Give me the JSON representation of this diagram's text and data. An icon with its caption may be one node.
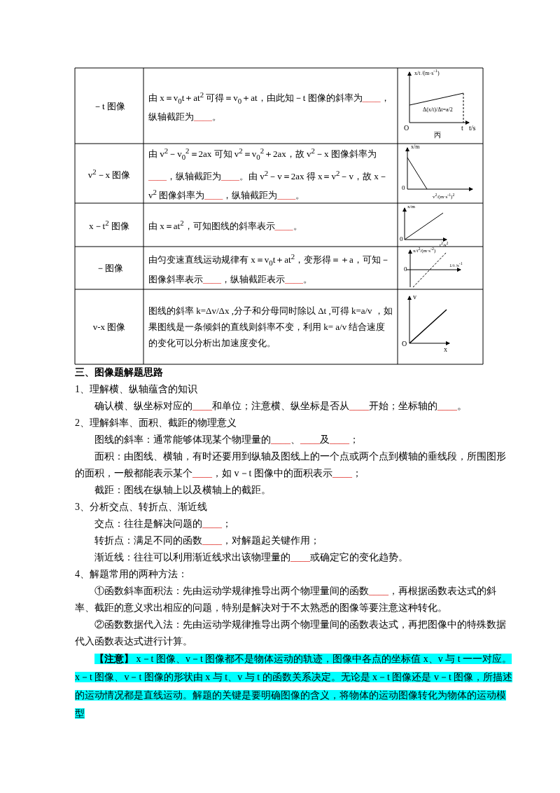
{
  "diagram": {
    "labels": [
      "－t 图像",
      "由 x＝v$_{0}$t＋at$^{2}$ 可得＝v$_{0}$＋at，由此知－t 图像的斜率为____，纵轴截距为____。",
      "x/t /(m·s$^{-1}$)",
      "Δ(x/t)/Δt=a/2",
      "O",
      "t",
      "t/s",
      "丙",
      "v$^{2}$－x 图像",
      "由 v$^{2}$－v$_{0}$$^{2}$＝2ax 可知 v$^{2}$＝v$_{0}$$^{2}$＋2ax，故 v$^{2}$－x 图像斜率为____，纵轴截距为____。由 v$^{2}$－v＝2ax 得 x＝v$^{2}$－v，故 x－v$^{2}$ 图像斜率为____，纵轴截距为____。",
      "x/m",
      "0",
      "v$^{2}$/(m·s$^{-1}$)$^{2}$",
      "x－t$^{2}$ 图像",
      "由 x＝at$^{2}$，可知图线的斜率表示____。",
      "x/m",
      "0",
      "t$^{2}$/s$^{2}$",
      "－图像",
      "由匀变速直线运动规律有 x＝v$_{0}$t＋at$^{2}$，变形得＝＋a，可知－图像斜率表示____，纵轴截距表示____。",
      "x/t$^{2}$/(m·s$^{-2}$)",
      "0",
      "1/t /s$^{-1}$",
      "v-x 图像",
      "图线的斜率 k=Δv/Δx ,分子和分母同时除以 Δt ,可得 k=a/v ，如果图线是一条倾斜的直线则斜率不变，利用 k= a/v 结合速度的变化可以分析出加速度变化。",
      "v",
      "O",
      "x",
      "三、图像题解题思路",
      "1、理解横、纵轴蕴含的知识",
      "确认横、纵坐标对应的____和单位；注意横、纵坐标是否从____开始；坐标轴的____。",
      "2、理解斜率、面积、截距的物理意义",
      "图线的斜率：通常能够体现某个物理量的____、____及____；",
      "面积：由图线、横轴，有时还要用到纵轴及图线上的一个点或两个点到横轴的垂线段，所围图形的面积，一般都能表示某个____，如 v－t 图像中的面积表示____；",
      "截距：图线在纵轴上以及横轴上的截距。",
      "3、分析交点、转折点、渐近线",
      "交点：往往是解决问题的____；",
      "转折点：满足不同的函数____，对解题起关键作用；",
      "渐近线：往往可以利用渐近线求出该物理量的____或确定它的变化趋势。",
      "4、解题常用的两种方法：",
      "①函数斜率面积法：先由运动学规律推导出两个物理量间的函数____，再根据函数表达式的斜率、截距的意义求出相应的问题，特别是解决对于不太熟悉的图像等要注意这种转化。",
      "②函数数据代入法：先由运动学规律推导出两个物理量间的函数表达式，再把图像中的特殊数据代入函数表达式进行计算。",
      "**【注意】** x－t 图像、v－t 图像都不是物体运动的轨迹，图像中各点的坐标值 x、v 与 t 一一对应。x－t 图像、v－t 图像的形状由 x 与 t、v 与 t 的函数关系决定。无论是 x－t 图像还是 v－t 图像，所描述的运动情况都是直线运动。解题的关键是要明确图像的含义，将物体的运动图像转化为物体的运动模型"
    ]
  }
}
